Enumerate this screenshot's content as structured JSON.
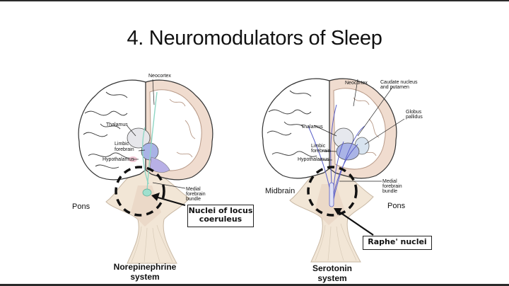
{
  "slide": {
    "title": "4. Neuromodulators of Sleep"
  },
  "left_diagram": {
    "labels": {
      "neocortex": "Neocortex",
      "thalamus": "Thalamus",
      "limbic_forebrain_1": "Limbic",
      "limbic_forebrain_2": "forebrain",
      "hypothalamus": "Hypothalamus",
      "medial_forebrain_bundle_1": "Medial",
      "medial_forebrain_bundle_2": "forebrain",
      "medial_forebrain_bundle_3": "bundle",
      "pons": "Pons"
    },
    "callout": {
      "line1": "Nuclei of locus",
      "line2": "coeruleus"
    },
    "caption": {
      "line1": "Norepinephrine",
      "line2": "system"
    },
    "colors": {
      "pathway": "#8fd6c4",
      "cortex_shade": "#e8c9b8",
      "nucleus": "#aab4e6"
    }
  },
  "right_diagram": {
    "labels": {
      "neocortex": "Neocortex",
      "caudate_1": "Caudate nucleus",
      "caudate_2": "and putamen",
      "globus_1": "Globus",
      "globus_2": "pallidus",
      "thalamus": "Thalamus",
      "limbic_forebrain_1": "Limbic",
      "limbic_forebrain_2": "forebrain",
      "hypothalamus": "Hypothalamus",
      "medial_forebrain_bundle_1": "Medial",
      "medial_forebrain_bundle_2": "forebrain",
      "medial_forebrain_bundle_3": "bundle",
      "midbrain": "Midbrain",
      "pons": "Pons"
    },
    "callout": {
      "line1": "Raphe' nuclei"
    },
    "caption": {
      "line1": "Serotonin",
      "line2": "system"
    },
    "colors": {
      "pathway": "#5a5fc8",
      "cortex_shade": "#e8c9b8",
      "nucleus": "#aab4e6"
    }
  }
}
